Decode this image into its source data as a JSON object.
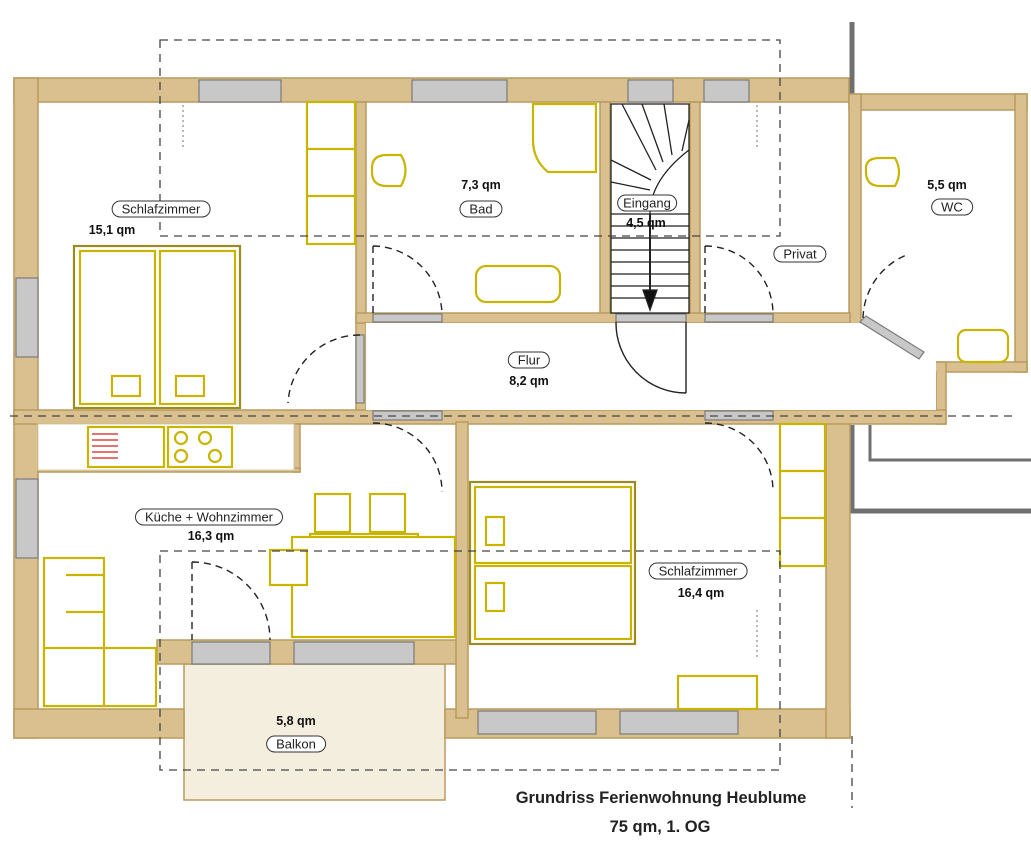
{
  "title": "Grundriss Ferienwohnung Heublume",
  "subtitle": "75 qm, 1. OG",
  "rooms": {
    "schlafzimmer1": {
      "name": "Schlafzimmer",
      "area": "15,1 qm"
    },
    "bad": {
      "name": "Bad",
      "area": "7,3 qm"
    },
    "eingang": {
      "name": "Eingang",
      "area": "4,5 qm"
    },
    "privat": {
      "name": "Privat"
    },
    "wc": {
      "name": "WC",
      "area": "5,5 qm"
    },
    "flur": {
      "name": "Flur",
      "area": "8,2 qm"
    },
    "kueche": {
      "name": "Küche + Wohnzimmer",
      "area": "16,3 qm"
    },
    "schlafzimmer2": {
      "name": "Schlafzimmer",
      "area": "16,4 qm"
    },
    "balkon": {
      "name": "Balkon",
      "area": "5,8 qm"
    }
  },
  "colors": {
    "wall": "#d9c08e",
    "wall_stroke": "#b89a5e",
    "window": "#c8c8c8",
    "furniture": "#c9b400",
    "furniture_stroke": "#9b8b20",
    "balcony": "#f4eedf",
    "dash": "#444444",
    "neighbor_wall": "#707070"
  }
}
